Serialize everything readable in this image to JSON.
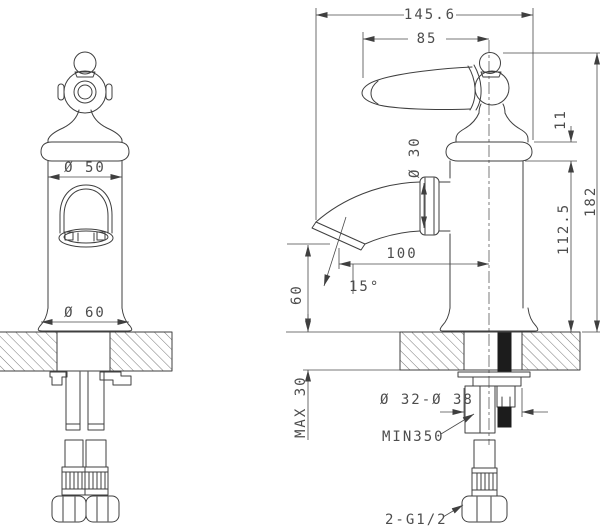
{
  "drawing": {
    "kind": "faucet installation technical drawing",
    "background": "#ffffff",
    "line_color": "#3f3f3f",
    "text_color": "#4d4d4d",
    "views": {
      "front_view": "single-hole basin faucet, front elevation with supply hoses",
      "side_view": "single-hole basin faucet, side elevation with mounting hardware"
    },
    "dims": {
      "overall_depth": "145.6",
      "handle_reach": "85",
      "body_diameter": "Ø 50",
      "base_diameter": "Ø 60",
      "spout_diameter": "Ø 30",
      "spout_reach": "100",
      "outlet_angle": "15°",
      "outlet_height": "60",
      "total_height": "182",
      "deck_to_body_top": "112.5",
      "collar_height": "11",
      "deck_thickness_max": "MAX 30",
      "mounting_hole_range": "Ø 32-Ø 38",
      "hose_length_min": "MIN350",
      "connection_thread": "2-G1/2"
    }
  }
}
